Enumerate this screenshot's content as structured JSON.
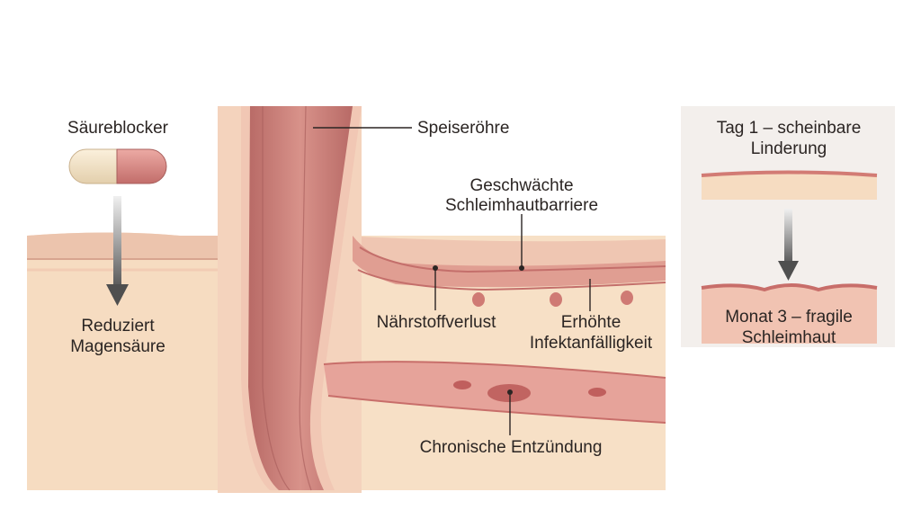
{
  "labels": {
    "pill": "Säureblocker",
    "reduced_acid": [
      "Reduziert",
      "Magensäure"
    ],
    "esophagus": "Speiseröhre",
    "weakened_barrier": [
      "Geschwächte",
      "Schleimhautbarriere"
    ],
    "nutrient_loss": "Nährstoffverlust",
    "infection": [
      "Erhöhte",
      "Infektanfälligkeit"
    ],
    "inflammation": "Chronische Entzündung"
  },
  "timeline": {
    "day1": [
      "Tag 1 – scheinbare",
      "Linderung"
    ],
    "month3": [
      "Monat 3 – fragile",
      "Schleimhaut"
    ]
  },
  "icons": [
    "capsule-icon",
    "down-arrow-icon"
  ],
  "colors": {
    "tissue_light": "#f8e3c8",
    "tissue_pink": "#eec3b0",
    "mucosa": "#d98f86",
    "esophagus": "#cc7f78",
    "arrow": "#555555",
    "text": "#2b2523",
    "panel": "#f3efec"
  }
}
